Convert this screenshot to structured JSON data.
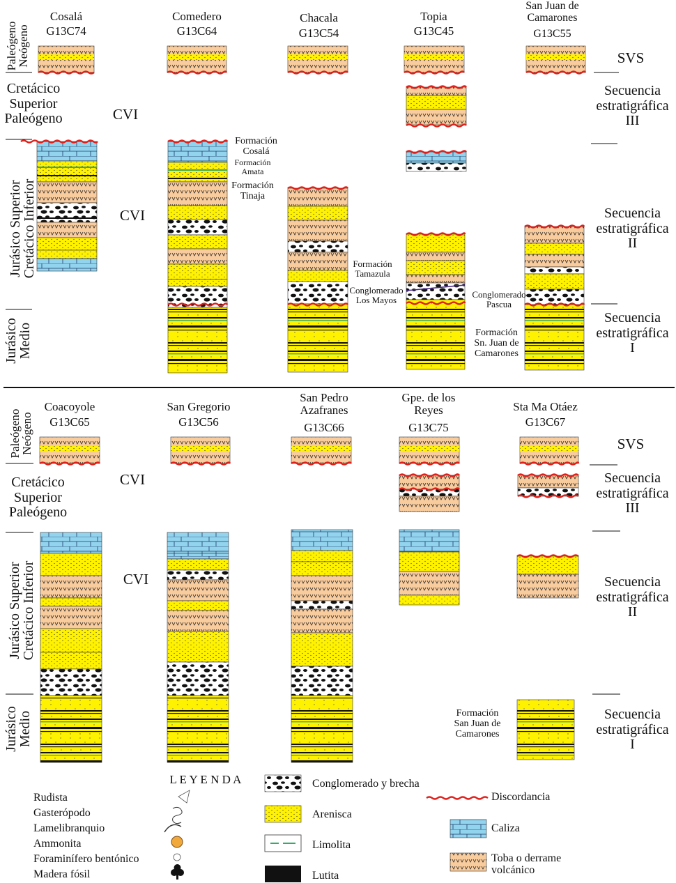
{
  "panels": [
    {
      "columns": [
        {
          "name": "Cosalá",
          "code": "G13C74"
        },
        {
          "name": "Comedero",
          "code": "G13C64"
        },
        {
          "name": "Chacala",
          "code": "G13C54"
        },
        {
          "name": "Topia",
          "code": "G13C45"
        },
        {
          "name": "San Juan de\nCamarones",
          "code": "G13C55"
        }
      ],
      "ages": {
        "paleogeno_neogeno": "Paleógeno\nNeógeno",
        "cretacico_paleogeno": "Cretácico\nSuperior\nPaleógeno",
        "jurasico_cretacico": "Jurásico Superior\nCretácico Inferior",
        "jurasico_medio": "Jurásico\nMedio"
      },
      "cvi_upper": "CVI",
      "cvi_lower": "CVI",
      "sequences": {
        "svs": "SVS",
        "seq3": "Secuencia\nestratigráfica\nIII",
        "seq2": "Secuencia\nestratigráfica\nII",
        "seq1": "Secuencia\nestratigráfica\nI"
      },
      "formations": {
        "cosala": "Formación\nCosalá",
        "amata": "Formación\nAmata",
        "tinaja": "Formación\nTinaja",
        "tamazula": "Formación\nTamazula",
        "los_mayos": "Conglomerado\nLos Mayos",
        "pascua": "Conglomerado\nPascua",
        "sn_juan": "Formación\nSn. Juan de\nCamarones"
      }
    },
    {
      "columns": [
        {
          "name": "Coacoyole",
          "code": "G13C65"
        },
        {
          "name": "San Gregorio",
          "code": "G13C56"
        },
        {
          "name": "San Pedro\nAzafranes",
          "code": "G13C66"
        },
        {
          "name": "Gpe. de los\nReyes",
          "code": "G13C75"
        },
        {
          "name": "Sta Ma Otáez",
          "code": "G13C67"
        }
      ],
      "ages": {
        "paleogeno_neogeno": "Paleógeno\nNeógeno",
        "cretacico_paleogeno": "Cretácico\nSuperior\nPaleógeno",
        "jurasico_cretacico": "Jurásico Superior\nCretácico Inferior",
        "jurasico_medio": "Jurásico\nMedio"
      },
      "cvi_upper": "CVI",
      "cvi_lower": "CVI",
      "sequences": {
        "svs": "SVS",
        "seq3": "Secuencia\nestratigráfica\nIII",
        "seq2": "Secuencia\nestratigráfica\nII",
        "seq1": "Secuencia\nestratigráfica\nI"
      },
      "formations": {
        "san_juan": "Formación\nSan Juan de\nCamarones"
      }
    }
  ],
  "legend": {
    "title": "L E Y E N D A",
    "fossils": [
      "Rudista",
      "Gasterópodo",
      "Lamelibranquio",
      "Ammonita",
      "Foraminífero bentónico",
      "Madera fósil"
    ],
    "lithology": [
      {
        "key": "conglomerate",
        "label": "Conglomerado y brecha"
      },
      {
        "key": "sandstone",
        "label": "Arenisca"
      },
      {
        "key": "siltstone",
        "label": "Limolita"
      },
      {
        "key": "shale",
        "label": "Lutita"
      }
    ],
    "others": [
      {
        "key": "unconformity",
        "label": "Discordancia"
      },
      {
        "key": "limestone",
        "label": "Caliza"
      },
      {
        "key": "tuff",
        "label": "Toba o derrame\nvolcánico"
      }
    ]
  },
  "colors": {
    "sandstone": "#fff200",
    "tuff": "#f9cc9d",
    "limestone": "#92d3ee",
    "siltstone_line": "#39a96b",
    "unconformity": "#e0201b",
    "shale": "#111111"
  }
}
